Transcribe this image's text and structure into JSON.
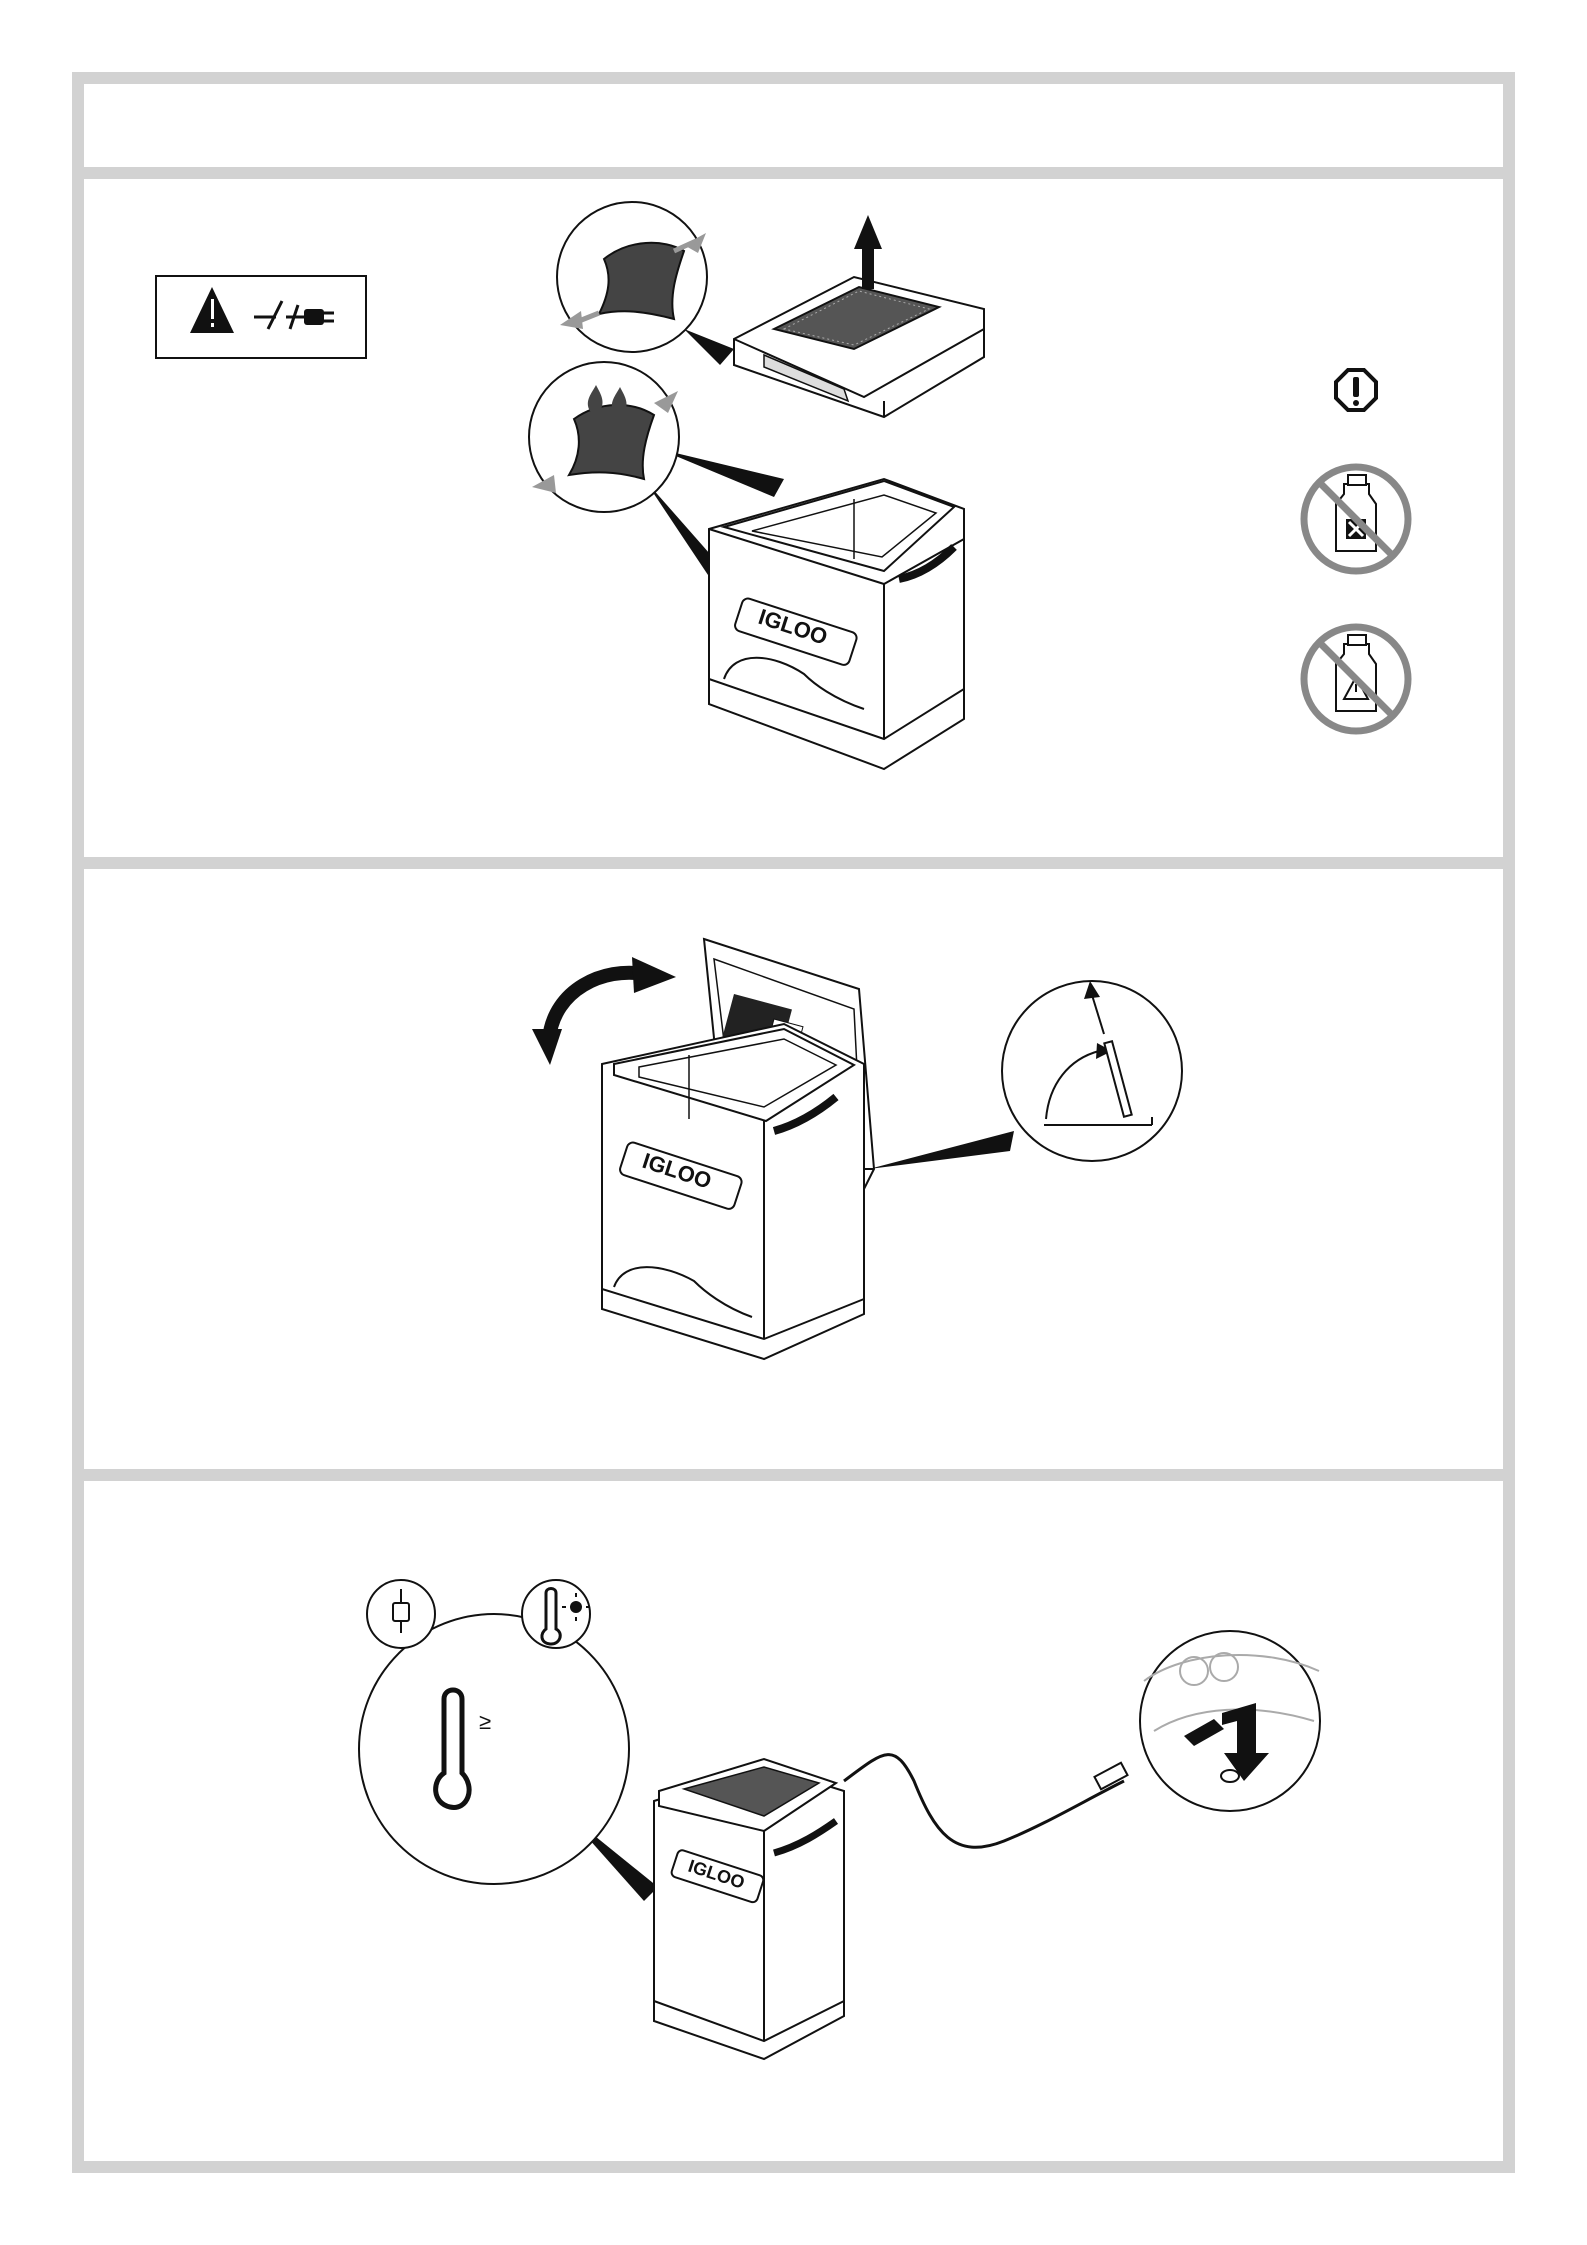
{
  "header": {},
  "panel_clean": {
    "warning_icon": "warning-unplug-icon",
    "notice_icon": "exclamation-octagon-icon",
    "prohibited": [
      "no-solvent-spray-icon",
      "no-abrasive-spray-icon"
    ],
    "brand": "IGLOO"
  },
  "panel_lid": {
    "brand": "IGLOO"
  },
  "panel_power": {
    "symbol": "≥",
    "brand": "IGLOO"
  }
}
